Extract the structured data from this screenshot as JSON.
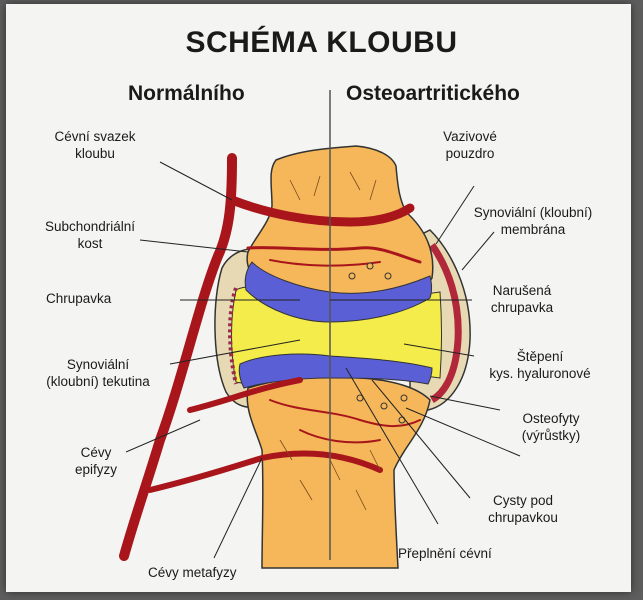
{
  "title": "SCHÉMA KLOUBU",
  "left_heading": "Normálního",
  "right_heading": "Osteoartritického",
  "left_labels": [
    {
      "line1": "Cévní svazek",
      "line2": "kloubu"
    },
    {
      "line1": "Subchondriální",
      "line2": "kost"
    },
    {
      "line1": "Chrupavka",
      "line2": ""
    },
    {
      "line1": "Synoviální",
      "line2": "(kloubní) tekutina"
    },
    {
      "line1": "Cévy",
      "line2": "epifyzy"
    }
  ],
  "bottom_labels": [
    {
      "line1": "Cévy metafyzy",
      "line2": ""
    },
    {
      "line1": "Přeplnění cévní",
      "line2": ""
    },
    {
      "line1": "Cysty pod",
      "line2": "chrupavkou"
    }
  ],
  "right_labels": [
    {
      "line1": "Vazivové",
      "line2": "pouzdro"
    },
    {
      "line1": "Synoviální (kloubní)",
      "line2": "membrána"
    },
    {
      "line1": "Narušená",
      "line2": "chrupavka"
    },
    {
      "line1": "Štěpení",
      "line2": "kys. hyaluronové"
    },
    {
      "line1": "Osteofyty",
      "line2": "(výrůstky)"
    }
  ],
  "colors": {
    "bone": "#f5b75a",
    "cartilage": "#5b5fd6",
    "synovial_fluid": "#f3ec4a",
    "vessel": "#a8161c",
    "capsule": "#e8d9b5",
    "divider": "#555555"
  }
}
